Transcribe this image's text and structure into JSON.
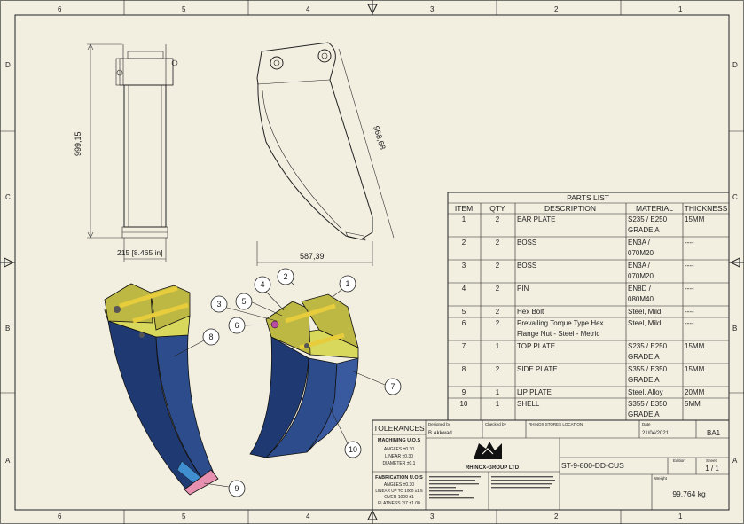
{
  "border": {
    "cols": [
      "6",
      "5",
      "4",
      "3",
      "2",
      "1"
    ],
    "rows": [
      "D",
      "C",
      "B",
      "A"
    ]
  },
  "dimensions": {
    "front_height": "999,15",
    "front_width": "215 [8.465 in]",
    "side_length": "968,68",
    "side_width": "587,39"
  },
  "balloons": [
    "1",
    "2",
    "3",
    "4",
    "5",
    "6",
    "7",
    "8",
    "9",
    "10"
  ],
  "parts_list": {
    "title": "PARTS LIST",
    "headers": [
      "ITEM",
      "QTY",
      "DESCRIPTION",
      "MATERIAL",
      "THICKNESS"
    ],
    "rows": [
      {
        "item": "1",
        "qty": "2",
        "desc": [
          "EAR PLATE"
        ],
        "mat": [
          "S235 / E250",
          "GRADE A"
        ],
        "thk": "15MM"
      },
      {
        "item": "2",
        "qty": "2",
        "desc": [
          "BOSS"
        ],
        "mat": [
          "EN3A /",
          "070M20"
        ],
        "thk": "----"
      },
      {
        "item": "3",
        "qty": "2",
        "desc": [
          "BOSS"
        ],
        "mat": [
          "EN3A /",
          "070M20"
        ],
        "thk": "----"
      },
      {
        "item": "4",
        "qty": "2",
        "desc": [
          "PIN"
        ],
        "mat": [
          "EN8D /",
          "080M40"
        ],
        "thk": "----"
      },
      {
        "item": "5",
        "qty": "2",
        "desc": [
          "Hex Bolt"
        ],
        "mat": [
          "Steel, Mild"
        ],
        "thk": "----"
      },
      {
        "item": "6",
        "qty": "2",
        "desc": [
          "Prevailing Torque Type Hex",
          "Flange Nut  - Steel - Metric"
        ],
        "mat": [
          "Steel, Mild"
        ],
        "thk": "----"
      },
      {
        "item": "7",
        "qty": "1",
        "desc": [
          "TOP PLATE"
        ],
        "mat": [
          "S235 / E250",
          "GRADE A"
        ],
        "thk": "15MM"
      },
      {
        "item": "8",
        "qty": "2",
        "desc": [
          "SIDE PLATE"
        ],
        "mat": [
          "S355 / E350",
          "GRADE A"
        ],
        "thk": "15MM"
      },
      {
        "item": "9",
        "qty": "1",
        "desc": [
          "LIP PLATE"
        ],
        "mat": [
          "Steel, Alloy"
        ],
        "thk": "20MM"
      },
      {
        "item": "10",
        "qty": "1",
        "desc": [
          "SHELL"
        ],
        "mat": [
          "S355 / E350",
          "GRADE A"
        ],
        "thk": "5MM"
      }
    ]
  },
  "title_block": {
    "tolerances": "TOLERANCES",
    "machining_title": "MACHINING U.O.S",
    "machining_lines": [
      "ANGLES ±0.30",
      "LINEAR ±0.30",
      "DIAMETER ±0.1"
    ],
    "fabrication_title": "FABRICATION U.O.S",
    "fabrication_lines": [
      "ANGLES ±0.30",
      "LINEAR UP TO 1000 ±1.5",
      "OVER 1000 ±1",
      "FLATNESS 2/7 ±1.00"
    ],
    "designed_by_label": "Designed by",
    "designed_by": "B.Akkwad",
    "checked_by_label": "Checked by",
    "location": "RHINOX STORES LOCATION",
    "date_label": "Date",
    "date": "21/04/2021",
    "sheet_size": "BA1",
    "company": "RHINOX-GROUP LTD",
    "drawing_number": "ST-9-800-DD-CUS",
    "edition_label": "Edition",
    "sheet_label": "Sheet",
    "sheet": "1 / 1",
    "weight_label": "Weight",
    "weight": "99.764 kg"
  },
  "colors": {
    "paper": "#f2efe1",
    "shell": "#1f3a73",
    "ear": "#bdb843",
    "pin": "#e7cc3c",
    "top": "#d8d85c",
    "lip": "#e890b0",
    "bolt": "#b84aa4"
  }
}
